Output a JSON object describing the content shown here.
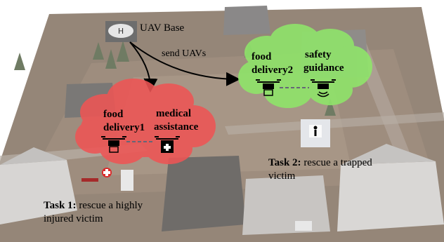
{
  "base": {
    "label": "UAV Base"
  },
  "send": {
    "label": "send UAVs"
  },
  "cloud_left": {
    "label1_line1": "food",
    "label1_line2": "delivery1",
    "label2_line1": "medical",
    "label2_line2": "assistance",
    "fill": "#ee5555"
  },
  "cloud_right": {
    "label1_line1": "food",
    "label1_line2": "delivery2",
    "label2_line1": "safety",
    "label2_line2": "guidance",
    "fill": "#8fe46a"
  },
  "task1": {
    "bold": "Task 1:",
    "line1": " rescue a highly",
    "line2": "injured victim"
  },
  "task2": {
    "bold": "Task 2:",
    "line1": " rescue a trapped",
    "line2": "victim"
  },
  "colors": {
    "ground": "#8c8078",
    "flood": "#9b8a7d",
    "road": "#b7aea6",
    "arrow": "#000000",
    "link_dash": "#666677"
  },
  "icons": [
    "helipad-icon",
    "drone-icon",
    "medical-cross-icon",
    "victim-icon"
  ]
}
